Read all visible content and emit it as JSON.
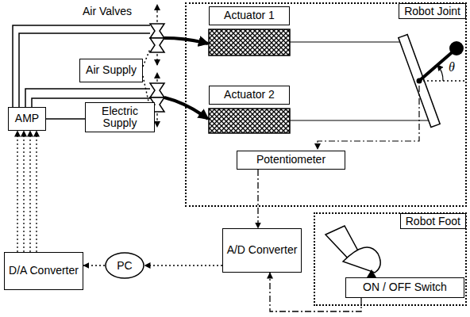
{
  "diagram": {
    "nodes": [
      {
        "text": [
          "Robot Joint"
        ]
      },
      {
        "text": [
          "Actuator 1"
        ],
        "in": 0
      },
      {
        "text": [
          "Air Supply"
        ]
      },
      {
        "text": [
          "Actuator 2"
        ],
        "in": 0
      },
      {
        "text": [
          "AMP"
        ]
      },
      {
        "text": [
          "Electric Supply"
        ]
      },
      {
        "text": [
          "Potentiometer"
        ],
        "in": 0
      },
      {
        "text": [
          "Robot Foot"
        ]
      },
      {
        "text": [
          "D/A Converter"
        ]
      },
      {
        "text": [
          "PC"
        ]
      },
      {
        "text": [
          "A/D Converter"
        ]
      },
      {
        "text": [
          "ON / OFF Switch"
        ],
        "in": 7
      }
    ],
    "edges": [
      {
        "from": 5,
        "to": 4,
        "arrow": "none"
      },
      {
        "from": 8,
        "to": 4,
        "arrow": "to"
      },
      {
        "from": 8,
        "to": 4,
        "arrow": "to"
      },
      {
        "from": 8,
        "to": 4,
        "arrow": "to"
      },
      {
        "from": 8,
        "to": 4,
        "arrow": "to"
      },
      {
        "from": 9,
        "to": 8,
        "arrow": "to"
      },
      {
        "from": 10,
        "to": 9,
        "arrow": "to"
      },
      {
        "from": 6,
        "to": 10,
        "arrow": "to"
      },
      {
        "from": 11,
        "to": 10,
        "arrow": "to"
      }
    ],
    "labels": [
      "Air Valves",
      "θ"
    ]
  }
}
